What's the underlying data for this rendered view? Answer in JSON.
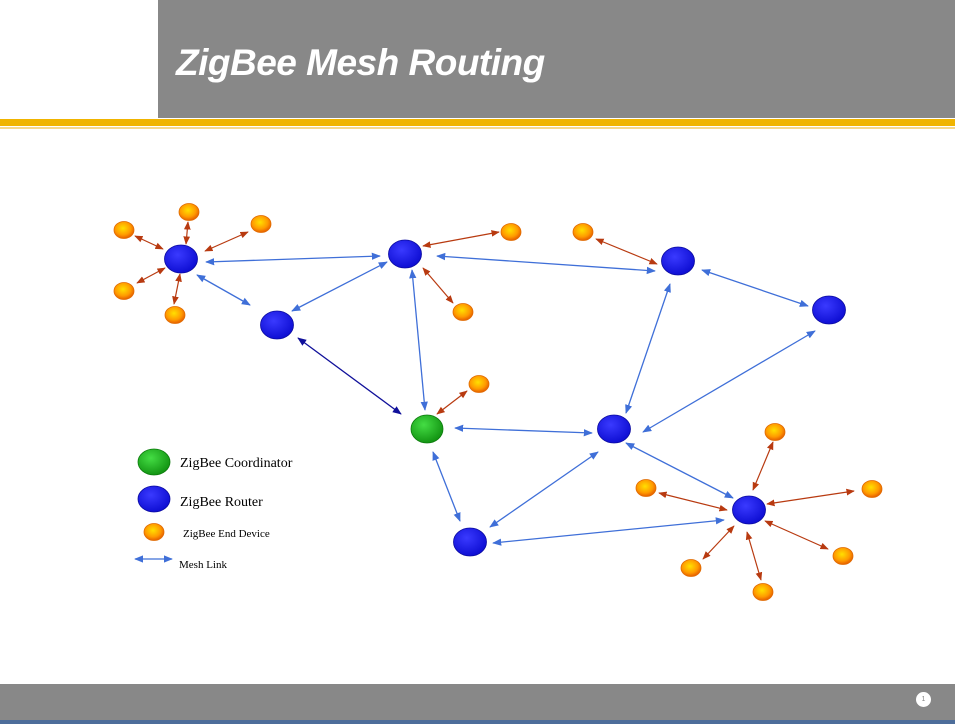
{
  "header": {
    "title": "ZigBee Mesh Routing"
  },
  "footer": {
    "page_number": "1"
  },
  "legend": {
    "coordinator": "ZigBee Coordinator",
    "router": "ZigBee Router",
    "end_device": "ZigBee End Device",
    "mesh_link": "Mesh Link"
  },
  "colors": {
    "router": "#1a1aee",
    "coordinator": "#1faa1f",
    "end_device": "#f28a00",
    "mesh_link": "#3f6fd8",
    "end_link": "#b83a10",
    "header": "#888888",
    "accent": "#f0b400"
  }
}
